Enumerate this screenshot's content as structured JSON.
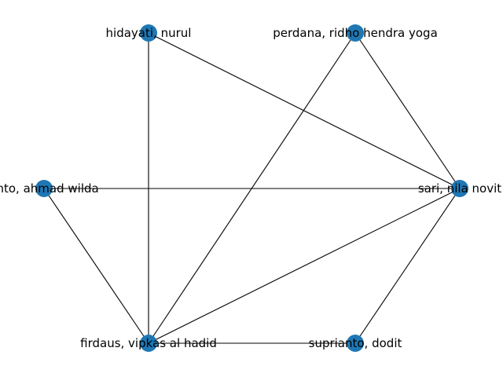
{
  "graph": {
    "node_color": "#1f77b4",
    "edge_color": "#000000",
    "nodes": [
      {
        "id": "hidayati",
        "label": "hidayati, nurul"
      },
      {
        "id": "perdana",
        "label": "perdana, ridho hendra yoga"
      },
      {
        "id": "ahmad",
        "label": "anto, ahmad wilda"
      },
      {
        "id": "sari",
        "label": "sari, nila novit"
      },
      {
        "id": "firdaus",
        "label": "firdaus, vipkas al hadid"
      },
      {
        "id": "suprianto",
        "label": "suprianto, dodit"
      }
    ],
    "edges": [
      [
        "hidayati",
        "sari"
      ],
      [
        "hidayati",
        "firdaus"
      ],
      [
        "perdana",
        "sari"
      ],
      [
        "perdana",
        "firdaus"
      ],
      [
        "ahmad",
        "sari"
      ],
      [
        "ahmad",
        "firdaus"
      ],
      [
        "firdaus",
        "sari"
      ],
      [
        "firdaus",
        "suprianto"
      ],
      [
        "suprianto",
        "sari"
      ]
    ]
  }
}
